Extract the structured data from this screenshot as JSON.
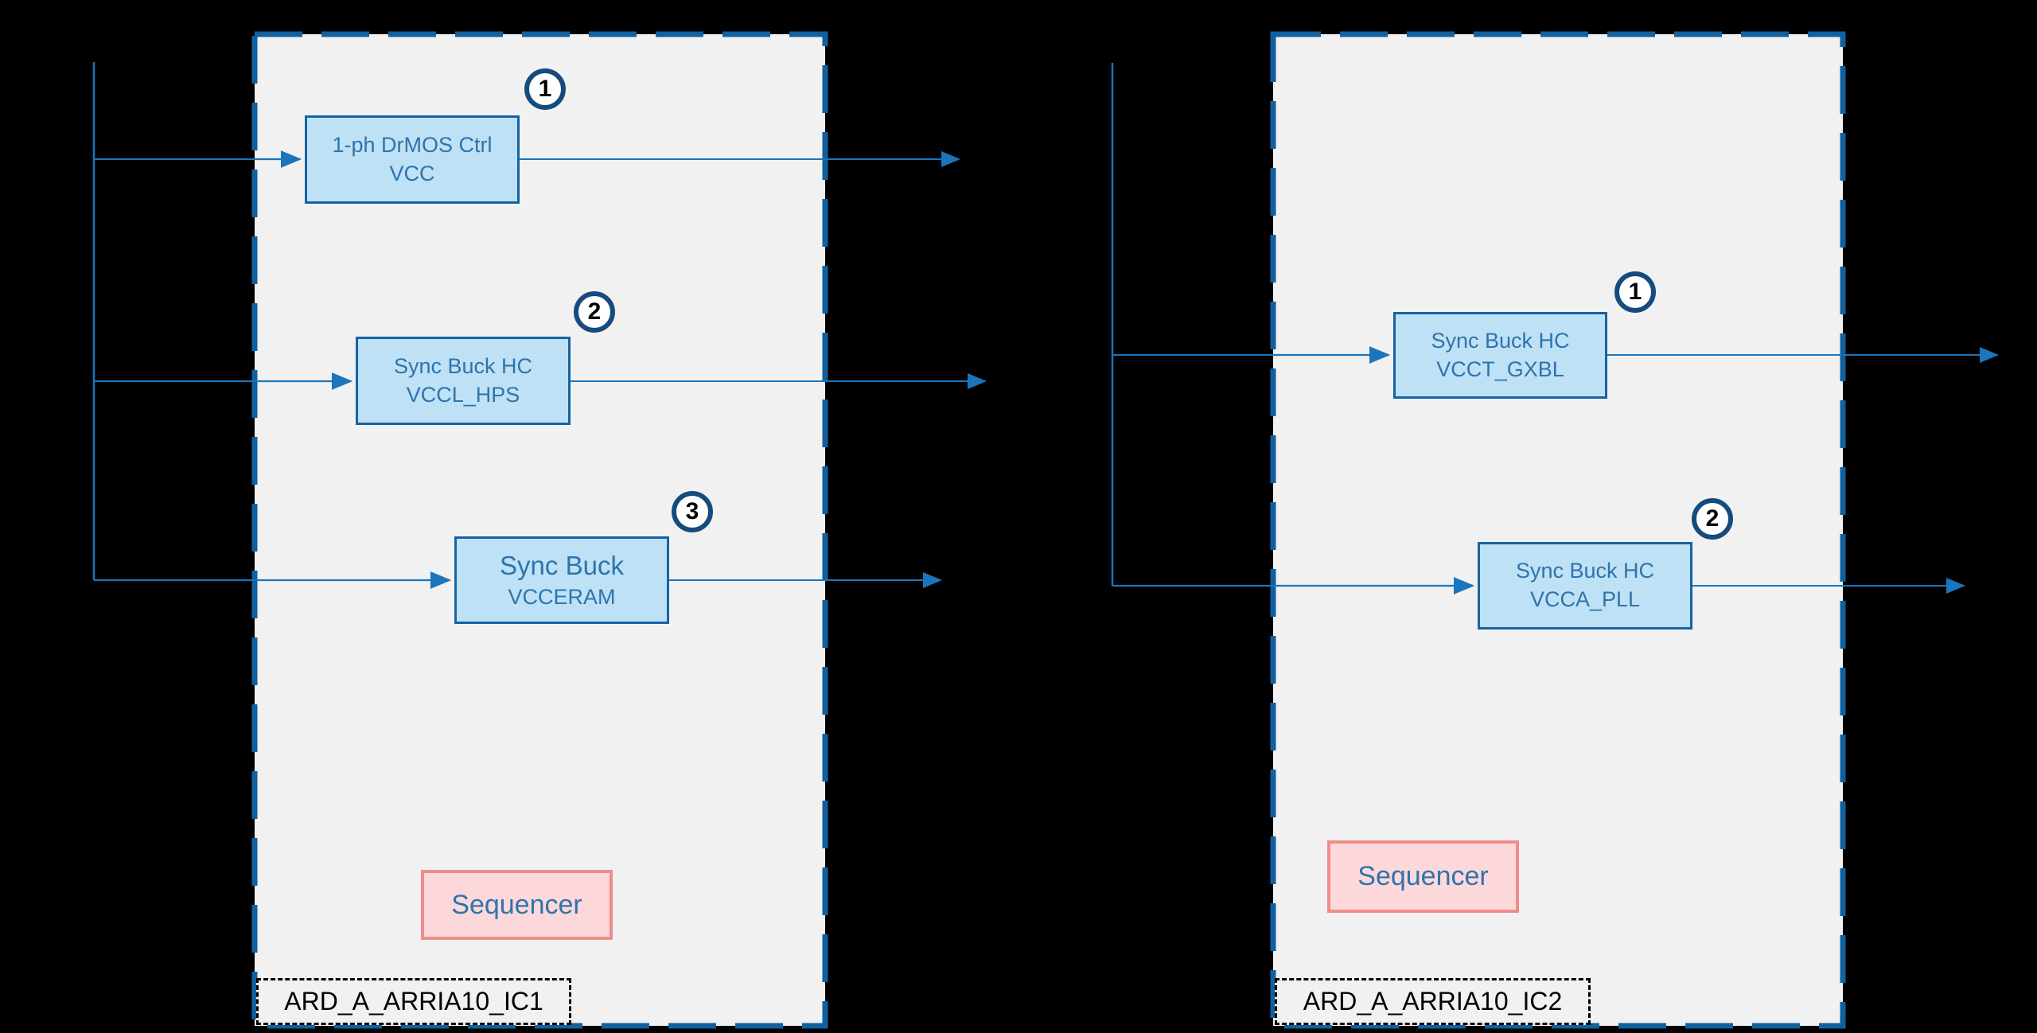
{
  "diagram": {
    "background_color": "#000000",
    "groups": [
      {
        "label": "ARD_A_ARRIA10_IC1",
        "sequencer": "Sequencer",
        "blocks": [
          {
            "badge": "1",
            "title": "1-ph DrMOS Ctrl",
            "rail": "VCC"
          },
          {
            "badge": "2",
            "title": "Sync Buck HC",
            "rail": "VCCL_HPS"
          },
          {
            "badge": "3",
            "title": "Sync Buck",
            "rail": "VCCERAM"
          }
        ]
      },
      {
        "label": "ARD_A_ARRIA10_IC2",
        "sequencer": "Sequencer",
        "blocks": [
          {
            "badge": "1",
            "title": "Sync Buck HC",
            "rail": "VCCT_GXBL"
          },
          {
            "badge": "2",
            "title": "Sync Buck HC",
            "rail": "VCCA_PLL"
          }
        ]
      }
    ],
    "colors": {
      "block_fill": "#BEE1F6",
      "block_border": "#1464A4",
      "block_text": "#2E74AC",
      "panel_fill": "#F1F1F1",
      "panel_border": "#11609F",
      "sequencer_fill": "#FCD8DA",
      "sequencer_border": "#F28B8B",
      "badge_border": "#164B7E",
      "connector": "#1B75BC",
      "background": "#000000"
    }
  }
}
